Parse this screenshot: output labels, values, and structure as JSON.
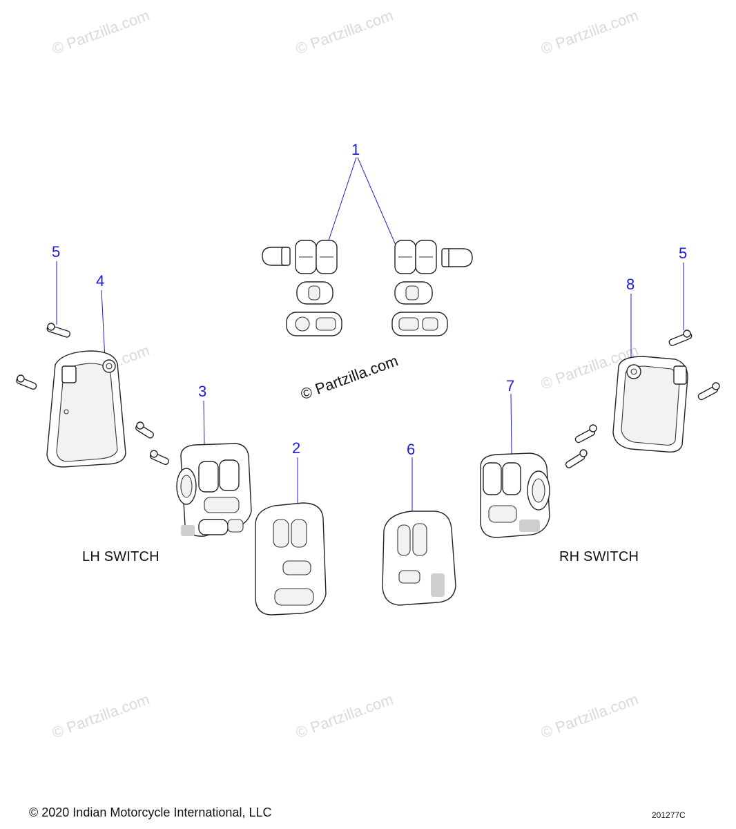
{
  "callouts": {
    "c1": "1",
    "c2": "2",
    "c3": "3",
    "c4": "4",
    "c5a": "5",
    "c5b": "5",
    "c6": "6",
    "c7": "7",
    "c8": "8"
  },
  "labels": {
    "lh_switch": "LH SWITCH",
    "rh_switch": "RH SWITCH"
  },
  "watermarks": {
    "text": "© Partzilla.com",
    "center": "© Partzilla.com"
  },
  "footer": {
    "copyright": "© 2020 Indian Motorcycle International, LLC",
    "code": "201277C"
  },
  "colors": {
    "callout": "#1a1ad6",
    "watermark": "#d9d9d9",
    "line": "#222222"
  }
}
